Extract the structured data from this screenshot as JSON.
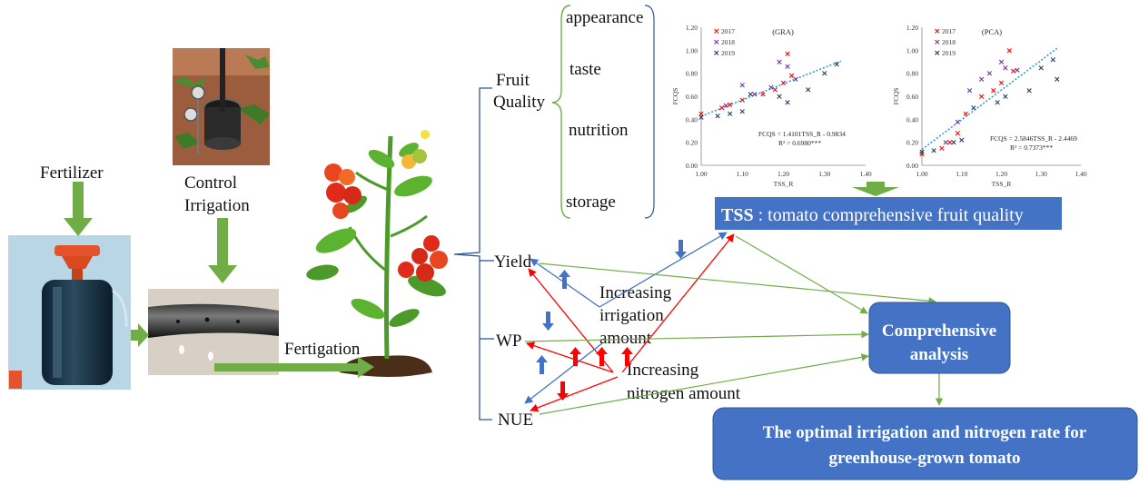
{
  "labels": {
    "fertilizer": "Fertilizer",
    "control_irrigation_1": "Control",
    "control_irrigation_2": "Irrigation",
    "fertigation": "Fertigation",
    "fruit_quality_1": "Fruit",
    "fruit_quality_2": "Quality",
    "appearance": "appearance",
    "taste": "taste",
    "nutrition": "nutrition",
    "storage": "storage",
    "yield": "Yield",
    "wp": "WP",
    "nue": "NUE",
    "inc_irrigation_1": "Increasing",
    "inc_irrigation_2": "irrigation",
    "inc_irrigation_3": "amount",
    "inc_nitrogen_1": "Increasing",
    "inc_nitrogen_2": "nitrogen amount"
  },
  "boxes": {
    "tss_bold": "TSS",
    "tss_rest": " : tomato comprehensive fruit quality",
    "comprehensive_1": "Comprehensive",
    "comprehensive_2": "analysis",
    "optimal_1": "The optimal irrigation and nitrogen rate for",
    "optimal_2": "greenhouse-grown tomato"
  },
  "colors": {
    "green_arrow": "#70ad47",
    "blue_line": "#4472c4",
    "red_line": "#ff0000",
    "box_blue": "#4472c4",
    "bracket_blue": "#2f5597",
    "bracket_green": "#70ad47"
  },
  "chart_data": [
    {
      "type": "scatter",
      "title": "(GRA)",
      "xlabel": "TSS_R",
      "ylabel": "FCQS",
      "xlim": [
        1.0,
        1.4
      ],
      "ylim": [
        0.0,
        1.2
      ],
      "xticks": [
        "1.00",
        "1.10",
        "1.20",
        "1.30",
        "1.40"
      ],
      "yticks": [
        "0.00",
        "0.20",
        "0.40",
        "0.60",
        "0.80",
        "1.00",
        "1.20"
      ],
      "equation": "FCQS = 1.4101TSS_R - 0.9834",
      "r2": "R² = 0.6980***",
      "legend": [
        "2017",
        "2018",
        "2019"
      ],
      "series": [
        {
          "name": "2017",
          "color": "#ff0000",
          "points": [
            [
              1.0,
              0.45
            ],
            [
              1.05,
              0.5
            ],
            [
              1.07,
              0.53
            ],
            [
              1.1,
              0.57
            ],
            [
              1.15,
              0.62
            ],
            [
              1.18,
              0.66
            ],
            [
              1.2,
              0.72
            ],
            [
              1.21,
              0.97
            ],
            [
              1.22,
              0.78
            ]
          ]
        },
        {
          "name": "2018",
          "color": "#7030a0",
          "points": [
            [
              1.06,
              0.52
            ],
            [
              1.1,
              0.7
            ],
            [
              1.13,
              0.62
            ],
            [
              1.17,
              0.68
            ],
            [
              1.19,
              0.9
            ],
            [
              1.21,
              0.86
            ],
            [
              1.23,
              0.75
            ]
          ]
        },
        {
          "name": "2019",
          "color": "#1f3864",
          "points": [
            [
              1.0,
              0.42
            ],
            [
              1.04,
              0.43
            ],
            [
              1.07,
              0.45
            ],
            [
              1.1,
              0.47
            ],
            [
              1.12,
              0.62
            ],
            [
              1.19,
              0.6
            ],
            [
              1.21,
              0.55
            ],
            [
              1.26,
              0.66
            ],
            [
              1.3,
              0.8
            ],
            [
              1.33,
              0.88
            ]
          ]
        }
      ]
    },
    {
      "type": "scatter",
      "title": "(PCA)",
      "xlabel": "TSS_R",
      "ylabel": "FCQS",
      "xlim": [
        1.0,
        1.4
      ],
      "ylim": [
        0.0,
        1.2
      ],
      "xticks": [
        "1.00",
        "1.10",
        "1.20",
        "1.30",
        "1.40"
      ],
      "yticks": [
        "0.00",
        "0.20",
        "0.40",
        "0.60",
        "0.80",
        "1.00",
        "1.20"
      ],
      "equation": "FCQS = 2.5846TSS_R - 2.4469",
      "r2": "R² = 0.7373***",
      "legend": [
        "2017",
        "2018",
        "2019"
      ],
      "series": [
        {
          "name": "2017",
          "color": "#ff0000",
          "points": [
            [
              1.0,
              0.1
            ],
            [
              1.05,
              0.15
            ],
            [
              1.07,
              0.2
            ],
            [
              1.09,
              0.28
            ],
            [
              1.11,
              0.45
            ],
            [
              1.15,
              0.6
            ],
            [
              1.18,
              0.65
            ],
            [
              1.2,
              0.72
            ],
            [
              1.22,
              1.0
            ],
            [
              1.23,
              0.82
            ]
          ]
        },
        {
          "name": "2018",
          "color": "#7030a0",
          "points": [
            [
              1.06,
              0.2
            ],
            [
              1.09,
              0.38
            ],
            [
              1.12,
              0.65
            ],
            [
              1.15,
              0.75
            ],
            [
              1.17,
              0.8
            ],
            [
              1.2,
              0.9
            ],
            [
              1.21,
              0.85
            ],
            [
              1.24,
              0.83
            ]
          ]
        },
        {
          "name": "2019",
          "color": "#1f3864",
          "points": [
            [
              1.0,
              0.12
            ],
            [
              1.03,
              0.13
            ],
            [
              1.08,
              0.2
            ],
            [
              1.1,
              0.22
            ],
            [
              1.13,
              0.5
            ],
            [
              1.19,
              0.55
            ],
            [
              1.21,
              0.6
            ],
            [
              1.27,
              0.65
            ],
            [
              1.3,
              0.85
            ],
            [
              1.33,
              0.92
            ],
            [
              1.34,
              0.75
            ]
          ]
        }
      ]
    }
  ]
}
